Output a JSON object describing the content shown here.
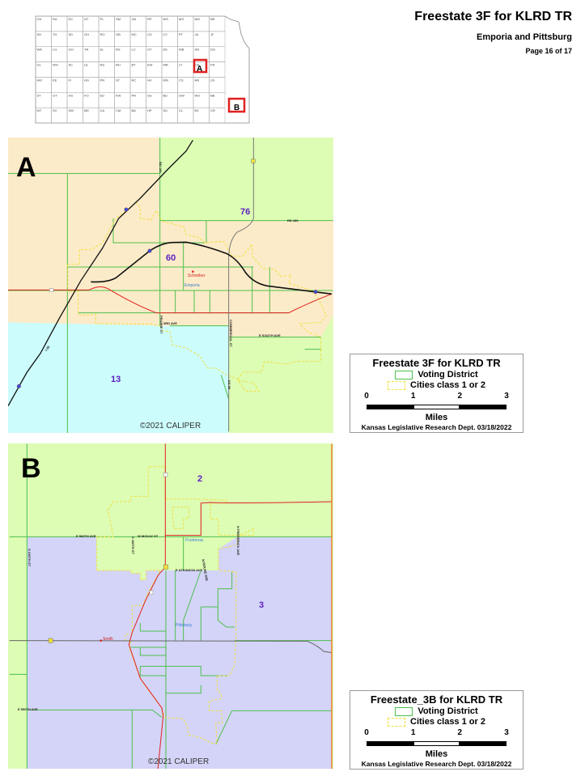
{
  "header": {
    "title": "Freestate 3F for KLRD TR",
    "subtitle": "Emporia and Pittsburg",
    "page": "Page 16 of 17"
  },
  "key_map": {
    "inset_a": "A",
    "inset_b": "B",
    "county_rows": [
      [
        "CN",
        "RA",
        "DC",
        "NT",
        "PL",
        "SM",
        "JW",
        "RP",
        "WS",
        "MS",
        "NM",
        "BR"
      ],
      [
        "SH",
        "TH",
        "SD",
        "GH",
        "RO",
        "OB",
        "MC",
        "CD",
        "CY",
        "PT",
        "JA",
        "JF"
      ],
      [
        "WA",
        "LG",
        "GO",
        "TR",
        "EL",
        "RS",
        "LC",
        "OT",
        "DK",
        "WB",
        "SN",
        "DG"
      ],
      [
        "GL",
        "WH",
        "SC",
        "LE",
        "NS",
        "RH",
        "BT",
        "EW",
        "MR",
        "LY",
        "OS",
        "FR"
      ],
      [
        "HM",
        "KE",
        "FI",
        "HG",
        "PN",
        "ST",
        "RC",
        "HV",
        "MN",
        "CS",
        "AN",
        "LN"
      ],
      [
        "ST",
        "GT",
        "HS",
        "FO",
        "ED",
        "KW",
        "PR",
        "SG",
        "BU",
        "GW",
        "WO",
        "BB"
      ],
      [
        "MT",
        "SV",
        "SW",
        "ME",
        "CA",
        "CM",
        "BA",
        "HP",
        "SU",
        "CL",
        "EK",
        "CR"
      ]
    ]
  },
  "map_a": {
    "label": "A",
    "districts": [
      "76",
      "60",
      "13"
    ],
    "streets": [
      "RD 180",
      "PRAIRIE ST",
      "3RD AVE",
      "COMMERCIAL ST",
      "E SOUTH AVE",
      "I-35",
      "KS 99",
      "RD 190"
    ],
    "city": "Emporia",
    "place": "Schreiber",
    "copyright": "©2021 CALIPER"
  },
  "map_b": {
    "label": "B",
    "districts": [
      "2",
      "3"
    ],
    "streets": [
      "E 560TH AVE",
      "W MCKAY ST",
      "E ATKINSON AVE",
      "N ROUSE AVE",
      "N FREDERICK AVE",
      "S 160TH ST",
      "S 240TH ST",
      "E 590TH AVE"
    ],
    "city_1": "Frontenac",
    "city_2": "Pittsburg",
    "place": "Smith",
    "copyright": "©2021 CALIPER"
  },
  "legend_a": {
    "title": "Freestate 3F for KLRD TR",
    "item_1": "Voting District",
    "item_2": "Cities class 1 or 2",
    "ticks": [
      "0",
      "1",
      "2",
      "3"
    ],
    "units": "Miles",
    "credit": "Kansas Legislative Research Dept. 03/18/2022"
  },
  "legend_b": {
    "title": "Freestate_3B for KLRD TR",
    "item_1": "Voting District",
    "item_2": "Cities class 1 or 2",
    "ticks": [
      "0",
      "1",
      "2",
      "3"
    ],
    "units": "Miles",
    "credit": "Kansas Legislative Research Dept. 03/18/2022"
  },
  "colors": {
    "tan": "#fcebc8",
    "green_zone": "#ddfcb4",
    "cyan_zone": "#cdfcfc",
    "purple_zone": "#d4d4f8",
    "district_line": "#4cc04c",
    "city_line": "#f0e040",
    "highlight": "#e02020"
  }
}
